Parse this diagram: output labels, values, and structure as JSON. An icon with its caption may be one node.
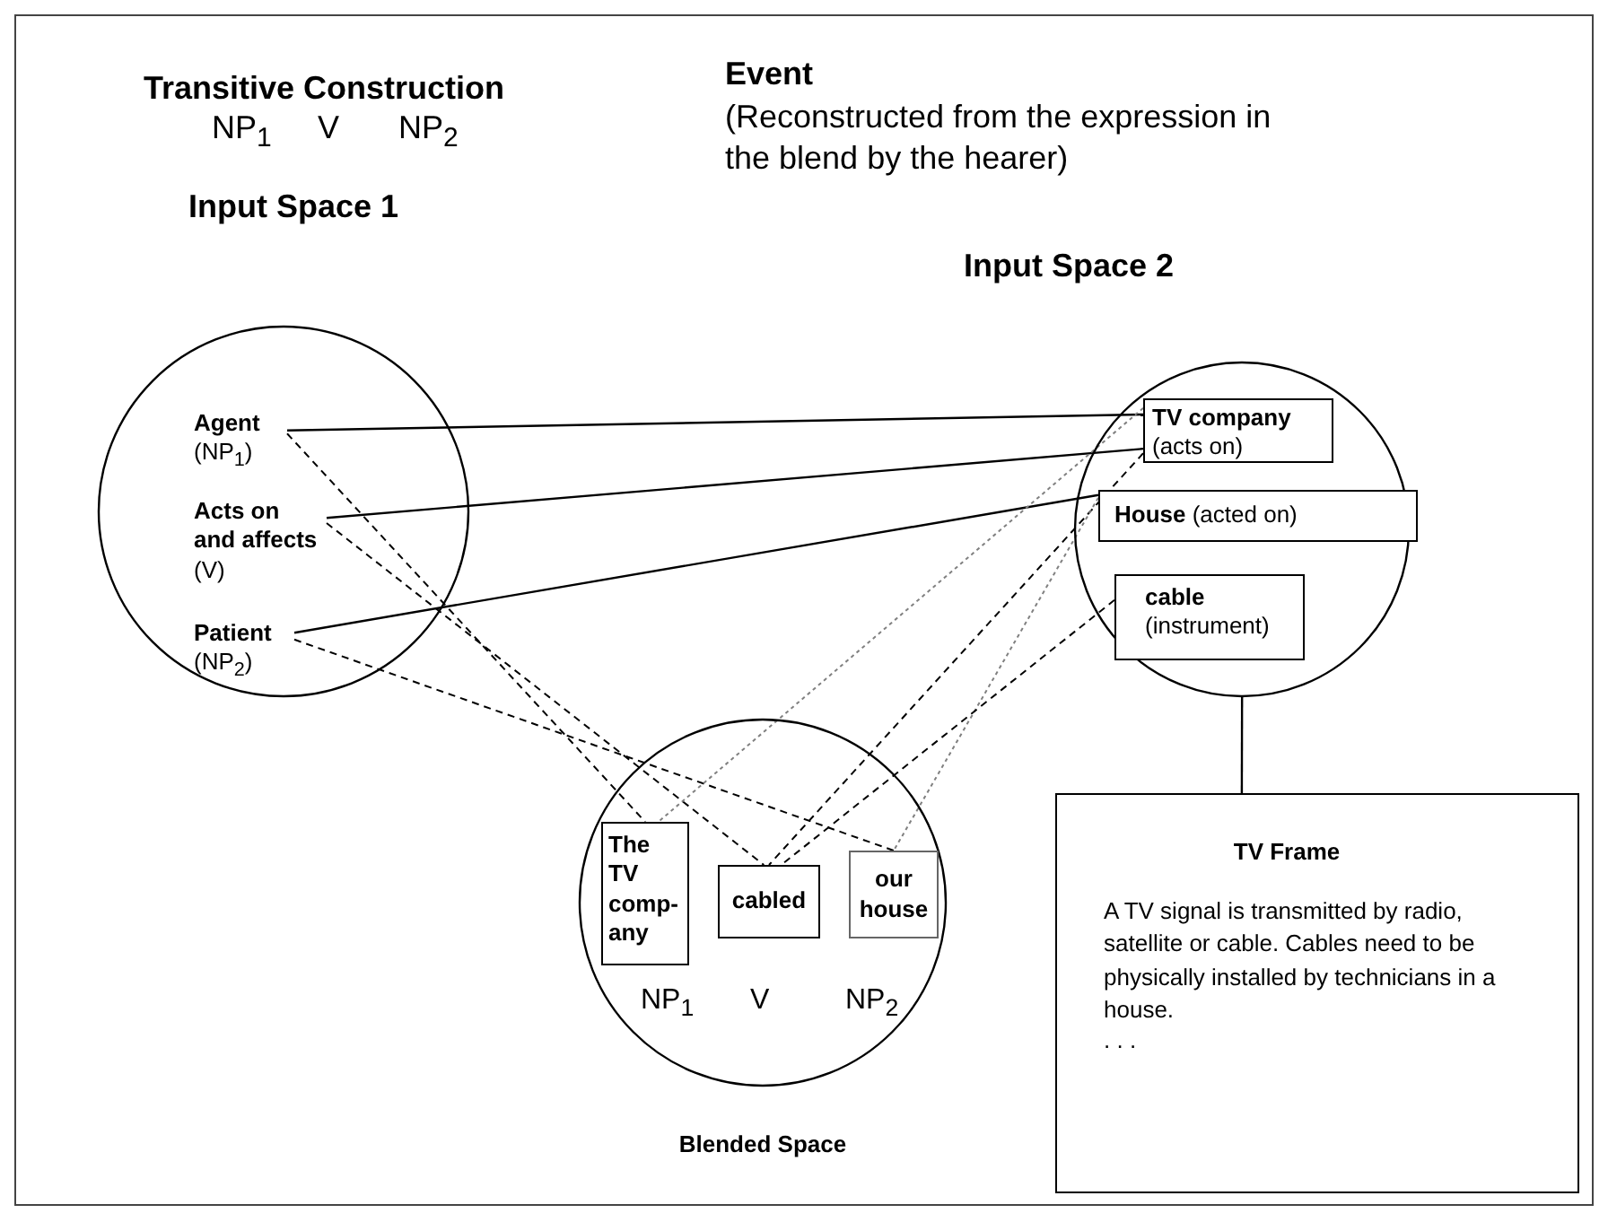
{
  "diagram": {
    "nodes": [
      {
        "text": [
          "Input Space 1"
        ]
      },
      {
        "text": [
          "Agent",
          "(NP$_{1}$)"
        ],
        "in": 0
      },
      {
        "text": [
          "Acts on and affects",
          "(V)"
        ],
        "in": 0
      },
      {
        "text": [
          "Patient",
          "(NP$_{2}$)"
        ],
        "in": 0
      },
      {
        "text": [
          "Input Space 2"
        ]
      },
      {
        "text": [
          "TV company",
          "(acts on)"
        ],
        "in": 4
      },
      {
        "text": [
          "**House** (acted on)"
        ],
        "in": 4
      },
      {
        "text": [
          "cable",
          "(instrument)"
        ],
        "in": 4
      },
      {
        "text": [
          "Blended Space"
        ]
      },
      {
        "text": [
          "The TV comp-any"
        ],
        "in": 8
      },
      {
        "text": [
          "cabled"
        ],
        "in": 8
      },
      {
        "text": [
          "our house"
        ],
        "in": 8
      },
      {
        "text": [
          "TV Frame",
          "A TV signal is transmitted by radio, satellite or cable. Cables need to be physically installed by technicians in a house.",
          ". . ."
        ]
      }
    ],
    "edges": [
      {
        "from": 1,
        "to": 5,
        "arrow": "none"
      },
      {
        "from": 2,
        "to": 5,
        "arrow": "none"
      },
      {
        "from": 3,
        "to": 6,
        "arrow": "none"
      },
      {
        "from": 1,
        "to": 9,
        "arrow": "none",
        "style": "dashed"
      },
      {
        "from": 2,
        "to": 10,
        "arrow": "none",
        "style": "dashed"
      },
      {
        "from": 3,
        "to": 11,
        "arrow": "none",
        "style": "dashed"
      },
      {
        "from": 5,
        "to": 9,
        "arrow": "none",
        "style": "dashed",
        "color": "#808080"
      },
      {
        "from": 5,
        "to": 10,
        "arrow": "none",
        "style": "dashed"
      },
      {
        "from": 6,
        "to": 11,
        "arrow": "none",
        "style": "dashed",
        "color": "#808080"
      },
      {
        "from": 7,
        "to": 10,
        "arrow": "none",
        "style": "dashed"
      },
      {
        "from": 4,
        "to": 12,
        "arrow": "none"
      }
    ],
    "labels": [
      "Transitive Construction",
      "NP$_{1}$",
      "V",
      "NP$_{2}$",
      "Event",
      "(Reconstructed from the expression in the blend by the hearer)",
      "NP$_{1}$",
      "V",
      "NP$_{2}$"
    ]
  }
}
